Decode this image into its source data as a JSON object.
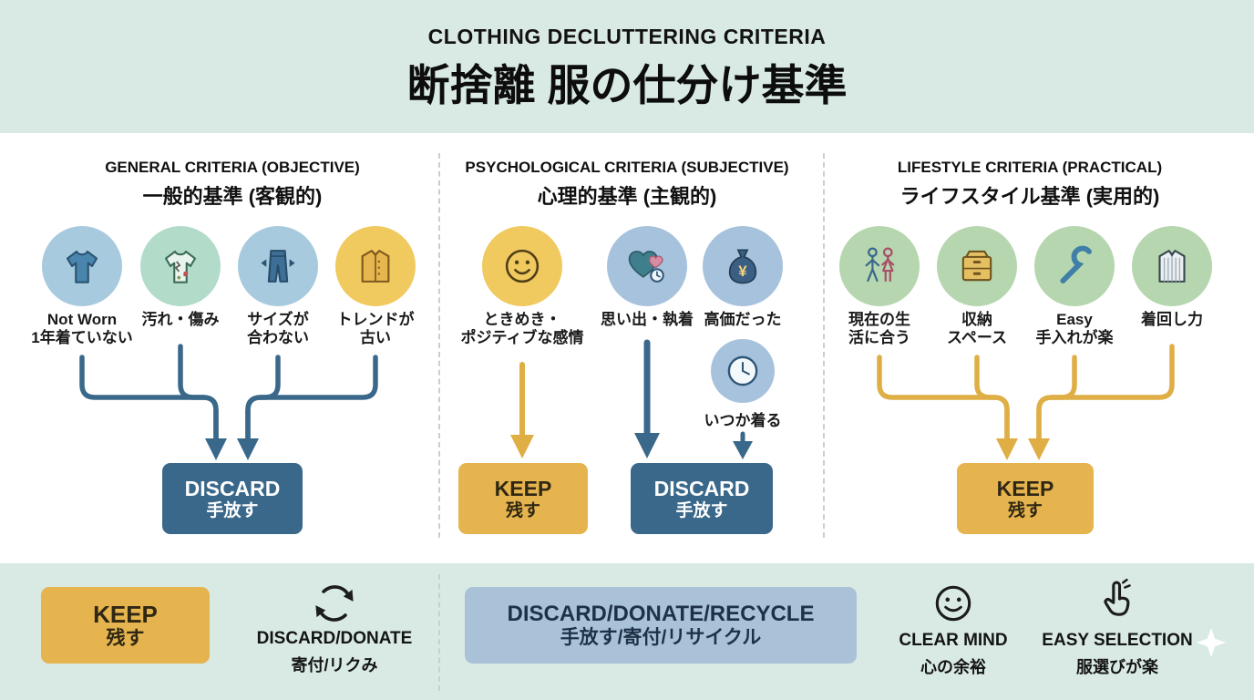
{
  "header": {
    "title_en": "CLOTHING DECLUTTERING CRITERIA",
    "title_ja": "断捨離 服の仕分け基準"
  },
  "columns": [
    {
      "title_en": "GENERAL CRITERIA (OBJECTIVE)",
      "title_ja": "一般的基準 (客観的)",
      "items": [
        {
          "icon": "tshirt-icon",
          "line1": "Not Worn",
          "line2": "1年着ていない"
        },
        {
          "icon": "damaged-clothes-icon",
          "line1": "汚れ・傷み"
        },
        {
          "icon": "jeans-size-icon",
          "line1": "サイズが",
          "line2": "合わない"
        },
        {
          "icon": "old-trend-icon",
          "line1": "トレンドが",
          "line2": "古い"
        }
      ],
      "result": {
        "en": "DISCARD",
        "ja": "手放す"
      }
    },
    {
      "title_en": "PSYCHOLOGICAL CRITERIA (SUBJECTIVE)",
      "title_ja": "心理的基準 (主観的)",
      "items": [
        {
          "icon": "smiley-icon",
          "line1": "ときめき・",
          "line2": "ポジティブな感情"
        },
        {
          "icon": "heart-attachment-icon",
          "line1": "思い出・執着"
        },
        {
          "icon": "money-bag-icon",
          "line1": "高価だった"
        }
      ],
      "sub_item": {
        "icon": "clock-icon",
        "label": "いつか着る"
      },
      "result_keep": {
        "en": "KEEP",
        "ja": "残す"
      },
      "result_discard": {
        "en": "DISCARD",
        "ja": "手放す"
      }
    },
    {
      "title_en": "LIFESTYLE CRITERIA (PRACTICAL)",
      "title_ja": "ライフスタイル基準 (実用的)",
      "items": [
        {
          "icon": "current-life-icon",
          "line1": "現在の生",
          "line2": "活に合う"
        },
        {
          "icon": "storage-icon",
          "line1": "収納",
          "line2": "スペース"
        },
        {
          "icon": "easy-care-icon",
          "line1": "Easy",
          "line2": "手入れが楽"
        },
        {
          "icon": "versatile-icon",
          "line1": "着回し力"
        }
      ],
      "result": {
        "en": "KEEP",
        "ja": "残す"
      }
    }
  ],
  "footer": {
    "keep_box": {
      "en": "KEEP",
      "ja": "残す"
    },
    "donate_note": {
      "en": "DISCARD/DONATE",
      "ja": "寄付/リクみ"
    },
    "recycle_box": {
      "en": "DISCARD/DONATE/RECYCLE",
      "ja": "手放す/寄付/リサイクル"
    },
    "clear_mind": {
      "en": "CLEAR MIND",
      "ja": "心の余裕"
    },
    "easy_selection": {
      "en": "EASY SELECTION",
      "ja": "服選びが楽"
    }
  },
  "glyphs": {
    "yen": "¥"
  },
  "colors": {
    "background_mint": "#d9eae5",
    "panel_white": "#ffffff",
    "discard_blue": "#3a688a",
    "keep_yellow": "#e5b44e",
    "recycle_box_blue": "#a9c2d8",
    "arrow_yellow": "#dfae45",
    "arrow_blue": "#3a688a"
  }
}
